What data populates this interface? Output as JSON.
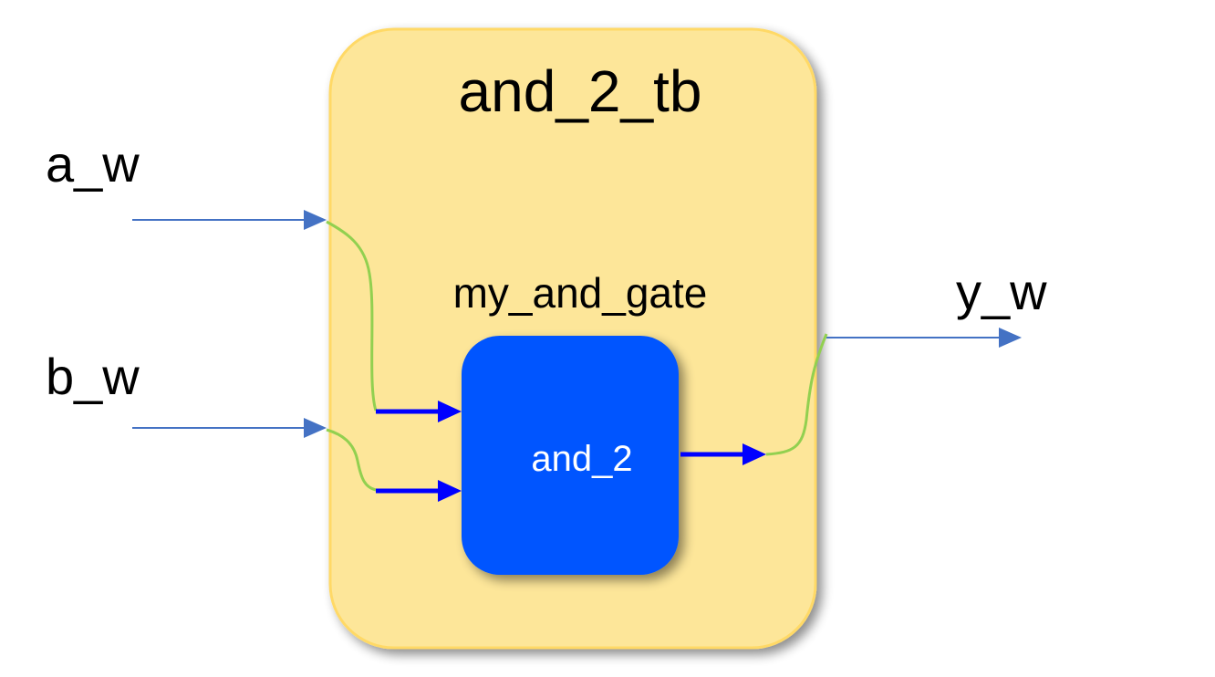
{
  "testbench": {
    "title": "and_2_tb"
  },
  "signals": {
    "a": "a_w",
    "b": "b_w",
    "y": "y_w"
  },
  "instance": {
    "name": "my_and_gate",
    "module": "and_2"
  },
  "colors": {
    "testbench_fill": "#FDE699",
    "testbench_border": "#FFD966",
    "module_fill": "#0055FF",
    "port_arrow": "#0000FF",
    "external_wire": "#4472C4",
    "internal_wire": "#92D050"
  }
}
